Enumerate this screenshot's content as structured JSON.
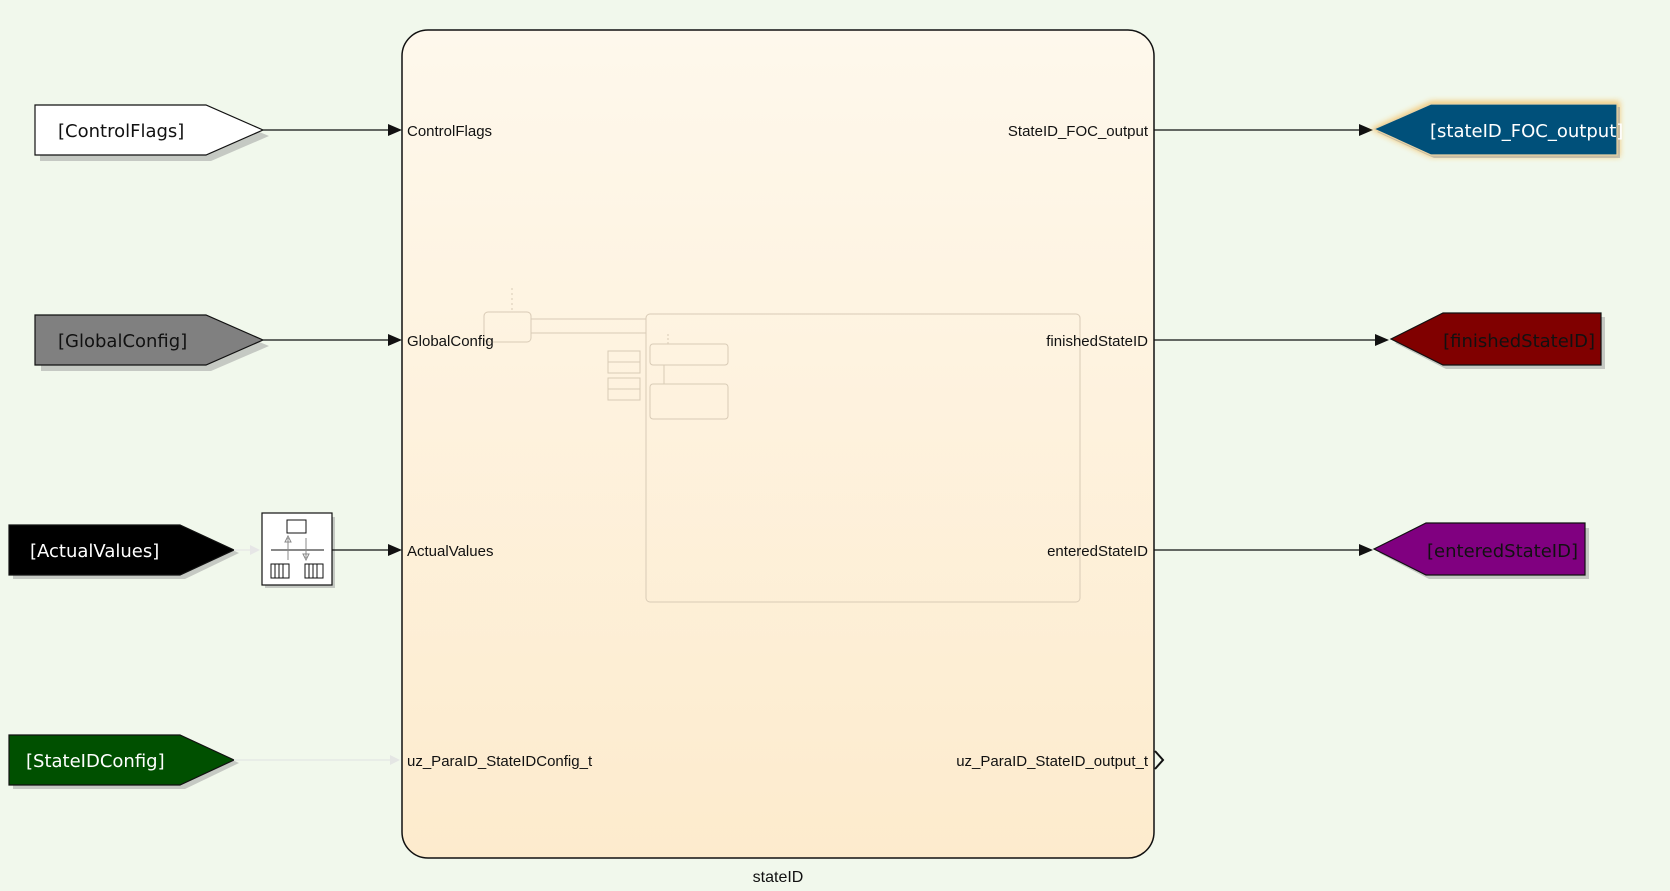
{
  "subsystem": {
    "name": "stateID",
    "inports": [
      {
        "label": "ControlFlags"
      },
      {
        "label": "GlobalConfig"
      },
      {
        "label": "ActualValues"
      },
      {
        "label": "uz_ParaID_StateIDConfig_t"
      }
    ],
    "outports": [
      {
        "label": "StateID_FOC_output"
      },
      {
        "label": "finishedStateID"
      },
      {
        "label": "enteredStateID"
      },
      {
        "label": "uz_ParaID_StateID_output_t"
      }
    ]
  },
  "from_tags": [
    {
      "label": "[ControlFlags]",
      "fill": "#ffffff",
      "text_color": "#111111"
    },
    {
      "label": "[GlobalConfig]",
      "fill": "#808080",
      "text_color": "#111111"
    },
    {
      "label": "[ActualValues]",
      "fill": "#000000",
      "text_color": "#ffffff"
    },
    {
      "label": "[StateIDConfig]",
      "fill": "#005000",
      "text_color": "#ffffff"
    }
  ],
  "goto_tags": [
    {
      "label": "[stateID_FOC_output]",
      "fill": "#00507a",
      "text_color": "#ffffff"
    },
    {
      "label": "[finishedStateID]",
      "fill": "#800000",
      "text_color": "#111111"
    },
    {
      "label": "[enteredStateID]",
      "fill": "#800080",
      "text_color": "#111111"
    }
  ],
  "colors": {
    "background": "#f1f8ec",
    "subsystem_top": "#fef8ec",
    "subsystem_bottom": "#fdebcd",
    "highlight": "#f5a623"
  }
}
